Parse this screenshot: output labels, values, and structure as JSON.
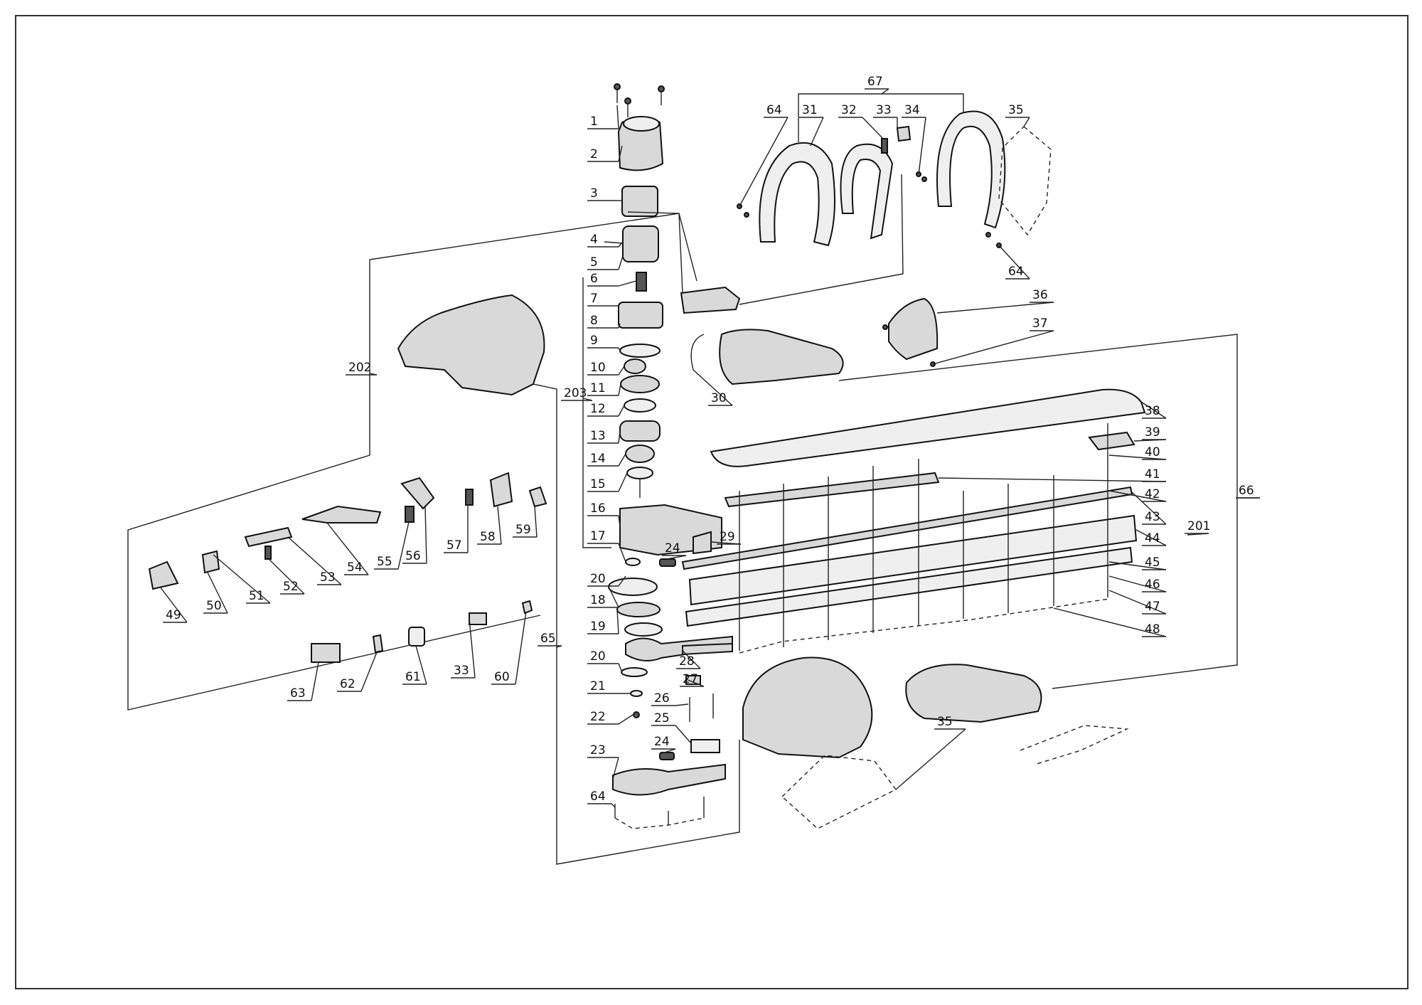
{
  "labels": {
    "p1": "1",
    "p2": "2",
    "p3": "3",
    "p4": "4",
    "p5": "5",
    "p6": "6",
    "p7": "7",
    "p8": "8",
    "p9": "9",
    "p10": "10",
    "p11": "11",
    "p12": "12",
    "p13": "13",
    "p14": "14",
    "p15": "15",
    "p16": "16",
    "p17": "17",
    "p18": "18",
    "p19": "19",
    "p20a": "20",
    "p20b": "20",
    "p21": "21",
    "p22": "22",
    "p23": "23",
    "p24a": "24",
    "p24b": "24",
    "p25": "25",
    "p26": "26",
    "p27": "27",
    "p28": "28",
    "p29": "29",
    "p30": "30",
    "p31": "31",
    "p32": "32",
    "p33a": "33",
    "p33b": "33",
    "p34": "34",
    "p35a": "35",
    "p35b": "35",
    "p36": "36",
    "p37": "37",
    "p38": "38",
    "p39": "39",
    "p40": "40",
    "p41": "41",
    "p42": "42",
    "p43": "43",
    "p44": "44",
    "p45": "45",
    "p46": "46",
    "p47": "47",
    "p48": "48",
    "p49": "49",
    "p50": "50",
    "p51": "51",
    "p52": "52",
    "p53": "53",
    "p54": "54",
    "p55": "55",
    "p56": "56",
    "p57": "57",
    "p58": "58",
    "p59": "59",
    "p60": "60",
    "p61": "61",
    "p62": "62",
    "p63": "63",
    "p64a": "64",
    "p64b": "64",
    "p64c": "64",
    "p65": "65",
    "p66": "66",
    "p67": "67",
    "p201": "201",
    "p202": "202",
    "p203": "203"
  }
}
